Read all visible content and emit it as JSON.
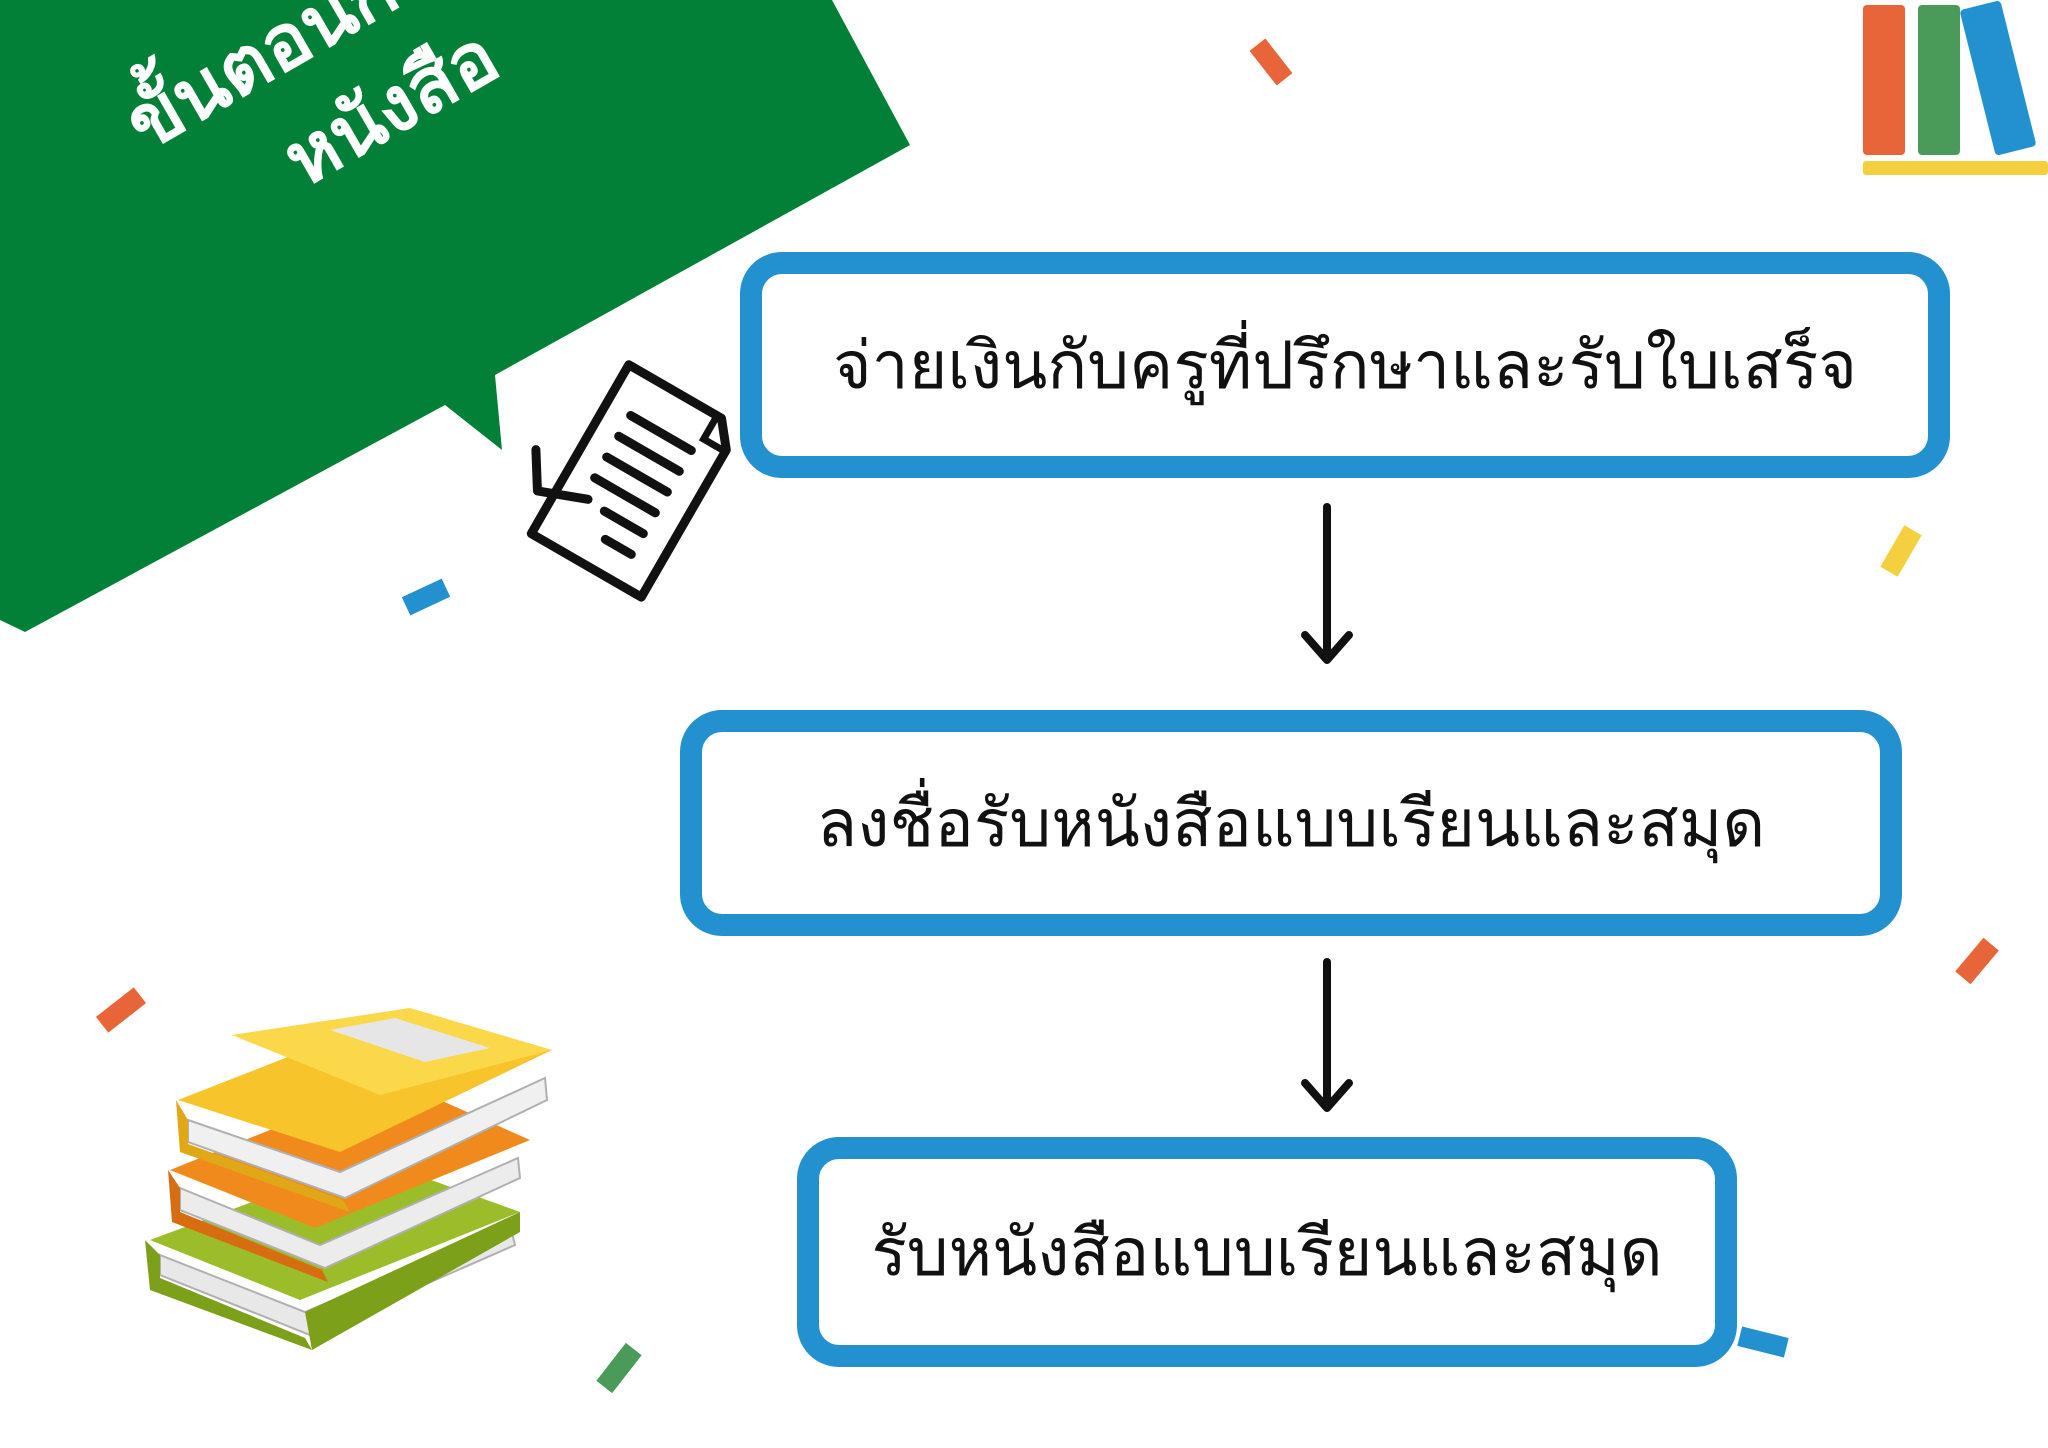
{
  "title": {
    "line1": "ขั้นตอนการรับ",
    "line2": "หนังสือ"
  },
  "steps": [
    {
      "label": "จ่ายเงินกับครูที่ปรึกษาและรับใบเสร็จ"
    },
    {
      "label": "ลงชื่อรับหนังสือแบบเรียนและสมุด"
    },
    {
      "label": "รับหนังสือแบบเรียนและสมุด"
    }
  ],
  "colors": {
    "banner_green": "#038038",
    "box_border_blue": "#2390cf",
    "confetti_orange": "#e8653a",
    "confetti_blue": "#2390cf",
    "confetti_yellow": "#f4d03f",
    "confetti_green": "#4a9a5a",
    "logo_orange": "#e8653a",
    "logo_green": "#4a9a5a",
    "logo_blue": "#2390cf",
    "logo_yellow": "#f4d03f"
  },
  "icons": [
    "receipt-check-icon",
    "book-stack-icon",
    "books-logo-icon",
    "arrow-down-icon"
  ]
}
